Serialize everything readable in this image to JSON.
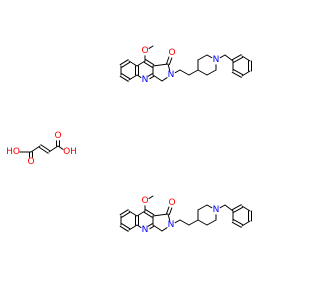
{
  "colors": {
    "bond": "#000000",
    "oxygen": "#ff0000",
    "nitrogen": "#0000ff",
    "background": "#ffffff"
  },
  "labels": {
    "mol1": {
      "ome_o": "O",
      "carbonyl_o": "O",
      "lactam_n": "N",
      "quinoline_n": "N",
      "piperidine_n": "N"
    },
    "mol2": {
      "ome_o": "O",
      "carbonyl_o": "O",
      "lactam_n": "N",
      "quinoline_n": "N",
      "piperidine_n": "N"
    },
    "acid": {
      "left_oh": "HO",
      "left_o": "O",
      "right_oh": "OH",
      "right_o": "O"
    }
  }
}
